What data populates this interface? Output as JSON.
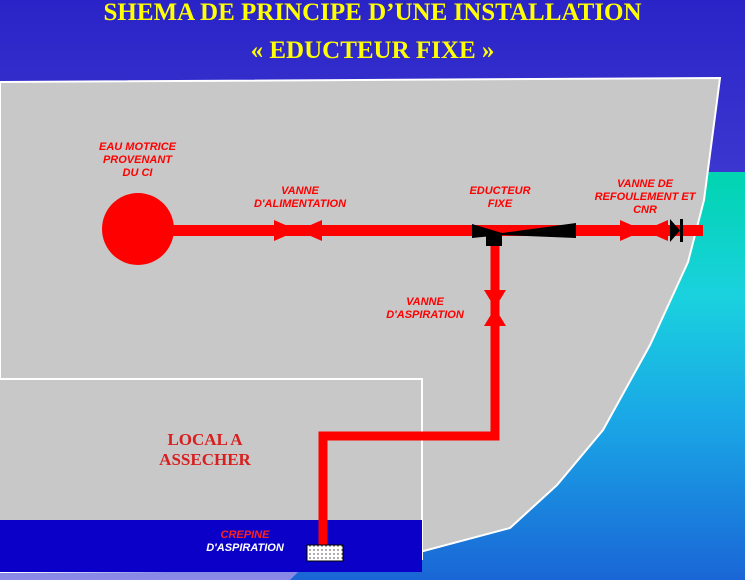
{
  "title": {
    "line1": "SHEMA DE PRINCIPE D’UNE INSTALLATION",
    "line2": "« EDUCTEUR FIXE »"
  },
  "labels": {
    "eau_motrice": [
      "EAU MOTRICE",
      "PROVENANT",
      "DU CI"
    ],
    "vanne_alimentation": [
      "VANNE",
      "D'ALIMENTATION"
    ],
    "educteur": [
      "EDUCTEUR",
      "FIXE"
    ],
    "vanne_refoulement": [
      "VANNE DE",
      "REFOULEMENT ET",
      "CNR"
    ],
    "vanne_aspiration": [
      "VANNE",
      "D'ASPIRATION"
    ],
    "local": [
      "LOCAL A",
      "ASSECHER"
    ],
    "crepine": [
      "CREPINE",
      "D'ASPIRATION"
    ]
  },
  "colors": {
    "sky_top": "#2a24c8",
    "sky_bottom": "#7a7ae0",
    "sea_top": "#00d2b4",
    "sea_bottom": "#1a6fd8",
    "hull": "#c8c8c8",
    "pipe": "#ff0000",
    "water": "#0a00c8",
    "title": "#ffff00"
  }
}
